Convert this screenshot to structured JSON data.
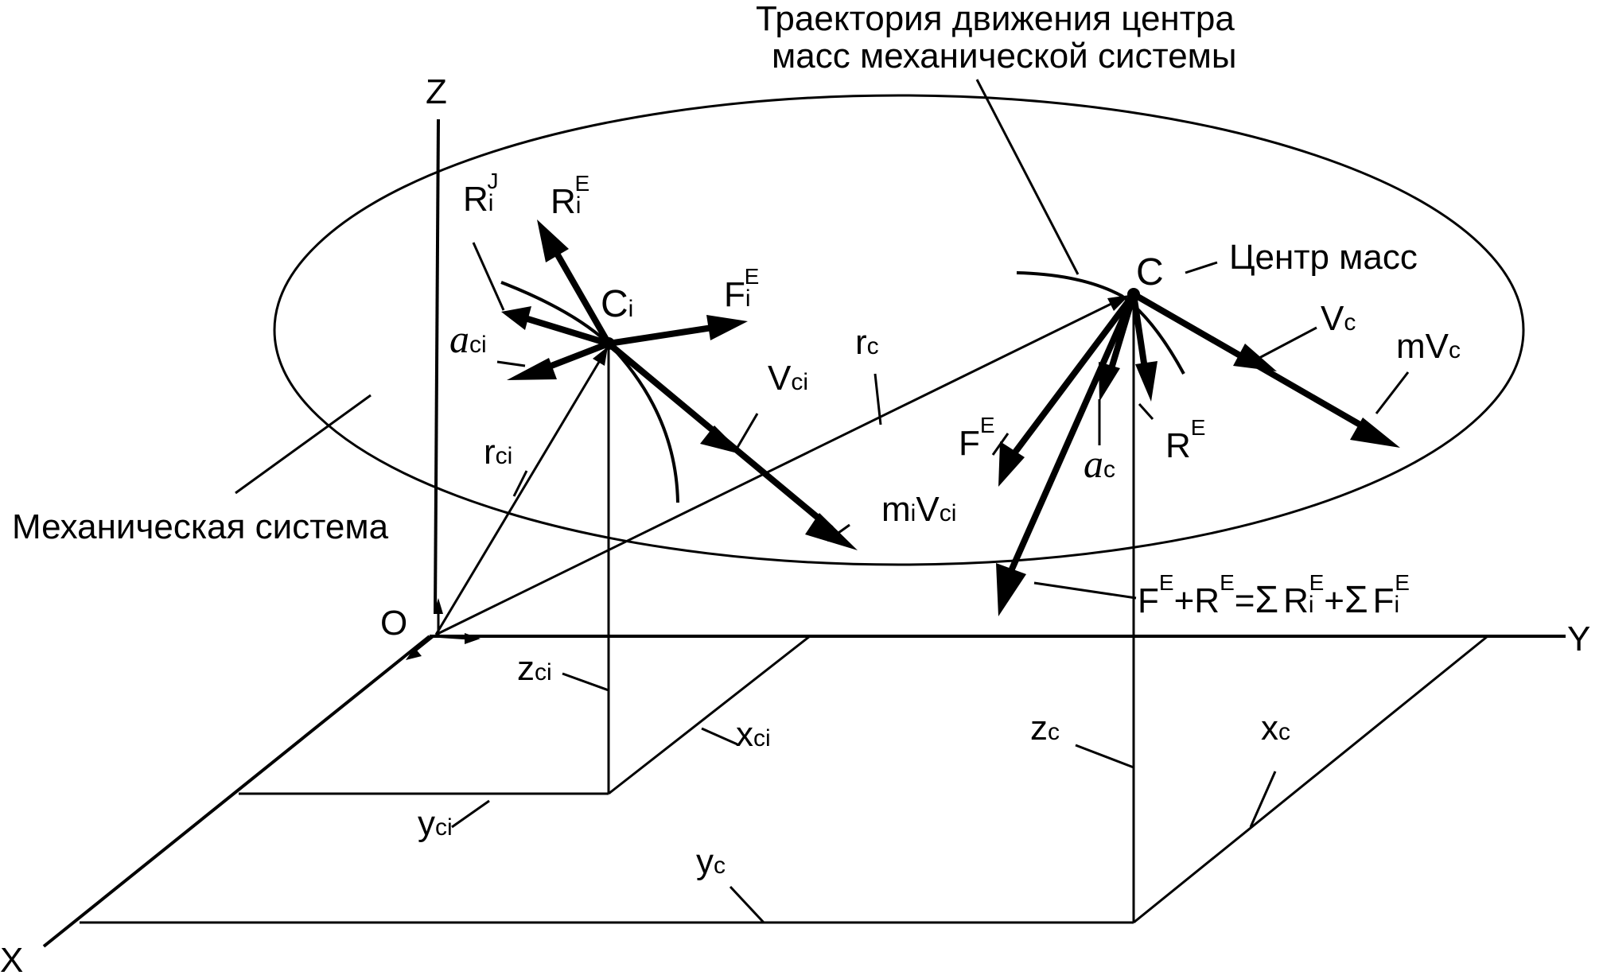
{
  "axes": {
    "z": "Z",
    "y": "Y",
    "x": "X",
    "origin": "O"
  },
  "labels": {
    "trajectory_line1": "Траектория движения центра",
    "trajectory_line2": "масс механической системы",
    "center_of_mass": "Центр масс",
    "mechanical_system": "Механическая система",
    "point_c": "C",
    "point_ci": "C",
    "point_ci_sub": "i",
    "ri_j_main": "R",
    "ri_j_sub": "i",
    "ri_j_sup": "J",
    "ri_e_main": "R",
    "ri_e_sub": "i",
    "ri_e_sup": "E",
    "fi_e_main": "F",
    "fi_e_sub": "i",
    "fi_e_sup": "E",
    "aci_main": "a",
    "aci_sub": "ci",
    "vci_main": "V",
    "vci_sub": "ci",
    "rc_main": "r",
    "rc_sub": "c",
    "rci_main": "r",
    "rci_sub": "ci",
    "mivci_m": "m",
    "mivci_i": "i",
    "mivci_v": "V",
    "mivci_sub": "ci",
    "vc_main": "V",
    "vc_sub": "c",
    "mvc_main": "mV",
    "mvc_sub": "c",
    "fe_main": "F",
    "fe_sup": "E",
    "re_main": "R",
    "re_sup": "E",
    "ac_main": "a",
    "ac_sub": "c",
    "zci_main": "z",
    "zci_sub": "ci",
    "xci_main": "x",
    "xci_sub": "ci",
    "yci_main": "y",
    "yci_sub": "ci",
    "zc_main": "z",
    "zc_sub": "c",
    "xc_main": "x",
    "xc_sub": "c",
    "yc_main": "y",
    "yc_sub": "c"
  },
  "equation": {
    "f": "F",
    "f_sup": "E",
    "plus1": "+",
    "r": "R",
    "r_sup": "E",
    "eq": "=",
    "sum1": "Σ",
    "ri": "R",
    "ri_sub": "i",
    "ri_sup": "E",
    "plus2": "+",
    "sum2": "Σ",
    "fi": "F",
    "fi_sub": "i",
    "fi_sup": "E"
  }
}
